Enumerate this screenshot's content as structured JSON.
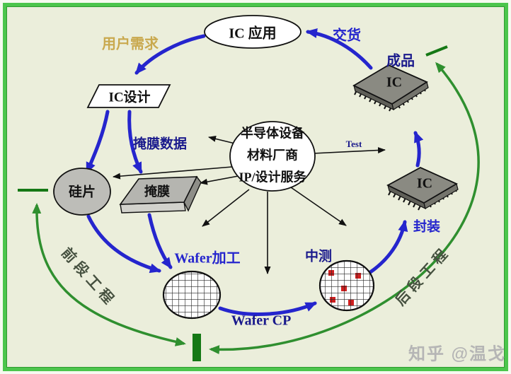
{
  "labels": {
    "user_demand": "用户需求",
    "ic_application": "IC 应用",
    "delivery": "交货",
    "finished_product": "成品",
    "ic_design": "IC设计",
    "mask_data": "掩膜数据",
    "supplier_line1": "半导体设备",
    "supplier_line2": "材料厂商",
    "supplier_line3": "IP/设计服务",
    "test": "Test",
    "silicon_wafer": "硅片",
    "mask": "掩膜",
    "packaging": "封装",
    "mid_test": "中测",
    "wafer_processing": "Wafer加工",
    "wafer_cp": "Wafer CP",
    "front_end_process": "前段工程",
    "back_end_process": "后段工程",
    "chip_top": "IC",
    "chip_right": "IC"
  },
  "watermark": "知乎 @温戈",
  "colors": {
    "flow_blue": "#2525cd",
    "label_navy": "#1a1a8c",
    "cycle_green": "#2f8f2f",
    "marker_green": "#157815",
    "demand_yellow": "#c9a94e",
    "frame_green": "#4cc54c",
    "background": "#ebeedb",
    "node_gray": "#bdbdb8",
    "chip_gray": "#8a8a82",
    "defect_red": "#cf1f1f",
    "watermark_gray": "#b5b5b5"
  }
}
